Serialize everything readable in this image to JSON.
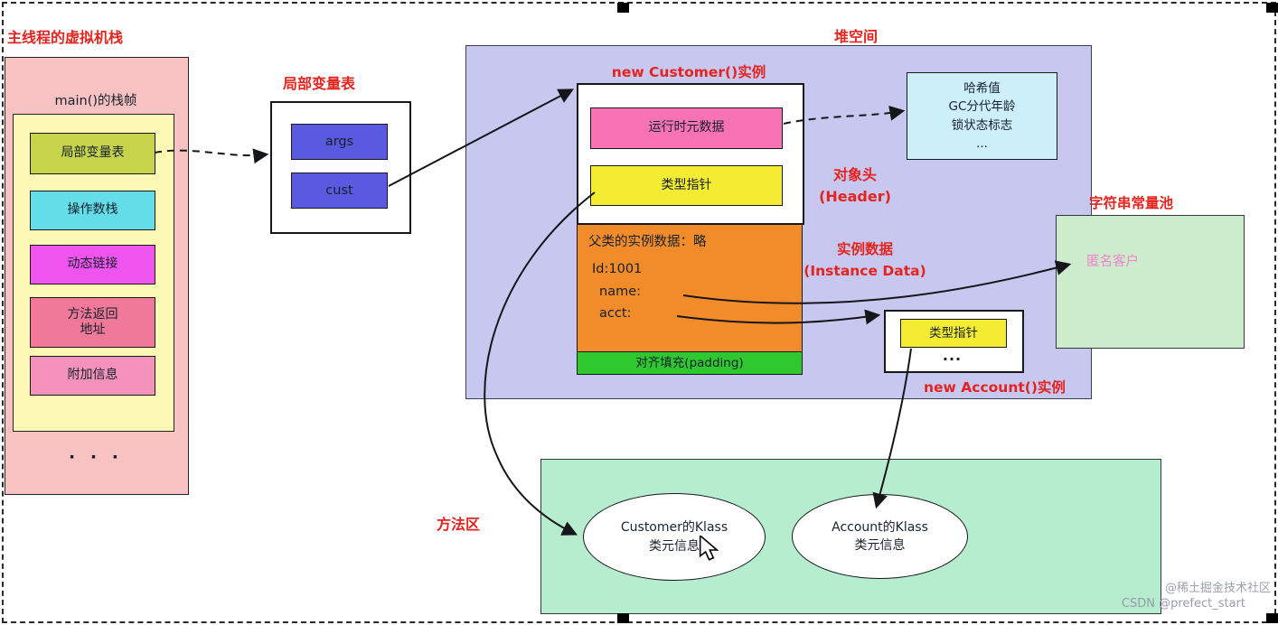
{
  "stack": {
    "title": "主线程的虚拟机栈",
    "frame_title": "main()的栈帧",
    "items": [
      {
        "label": "局部变量表",
        "bg": "#c6d34b"
      },
      {
        "label": "操作数栈",
        "bg": "#63dde7"
      },
      {
        "label": "动态链接",
        "bg": "#ef55ee"
      },
      {
        "label": "方法返回\n地址",
        "bg": "#f0799a"
      },
      {
        "label": "附加信息",
        "bg": "#f492bb"
      }
    ],
    "ellipsis": "· · ·"
  },
  "local_vars": {
    "title": "局部变量表",
    "slots": [
      {
        "label": "args",
        "bg": "#5a5ae0"
      },
      {
        "label": "cust",
        "bg": "#5a5ae0"
      }
    ]
  },
  "heap": {
    "title": "堆空间",
    "customer_title": "new Customer()实例",
    "runtime_meta": "运行时元数据",
    "type_pointer": "类型指针",
    "header_label": "对象头\n(Header)",
    "instance_label": "实例数据\n(Instance Data)",
    "instance_lines": [
      "父类的实例数据：略",
      "Id:1001",
      "name:",
      "acct:"
    ],
    "padding": "对齐填充(padding)",
    "account_title": "new Account()实例",
    "account_type_pointer": "类型指针",
    "account_ellipsis": "..."
  },
  "hash_box": {
    "lines": [
      "哈希值",
      "GC分代年龄",
      "锁状态标志",
      "..."
    ]
  },
  "string_pool": {
    "title": "字符串常量池",
    "value": "匿名客户"
  },
  "method_area": {
    "title": "方法区",
    "klass_customer": "Customer的Klass\n类元信息",
    "klass_account": "Account的Klass\n类元信息"
  },
  "watermark": {
    "line1": "@稀土掘金技术社区",
    "line2": "CSDN @prefect_start"
  },
  "colors": {
    "title_red": "#e3241f",
    "stack_bg": "#f9c2c2",
    "frame_bg": "#fbf9b4",
    "heap_bg": "#c7c7ef",
    "runtime_pink": "#f873b4",
    "pointer_yellow": "#f3ec33",
    "instance_orange": "#f28c2a",
    "padding_green": "#2fc92f",
    "hash_bg": "#cdeffa",
    "string_pool_bg": "#cdeccb",
    "method_area_bg": "#b6edcf",
    "pink_text": "#ef83cb",
    "white": "#ffffff"
  }
}
